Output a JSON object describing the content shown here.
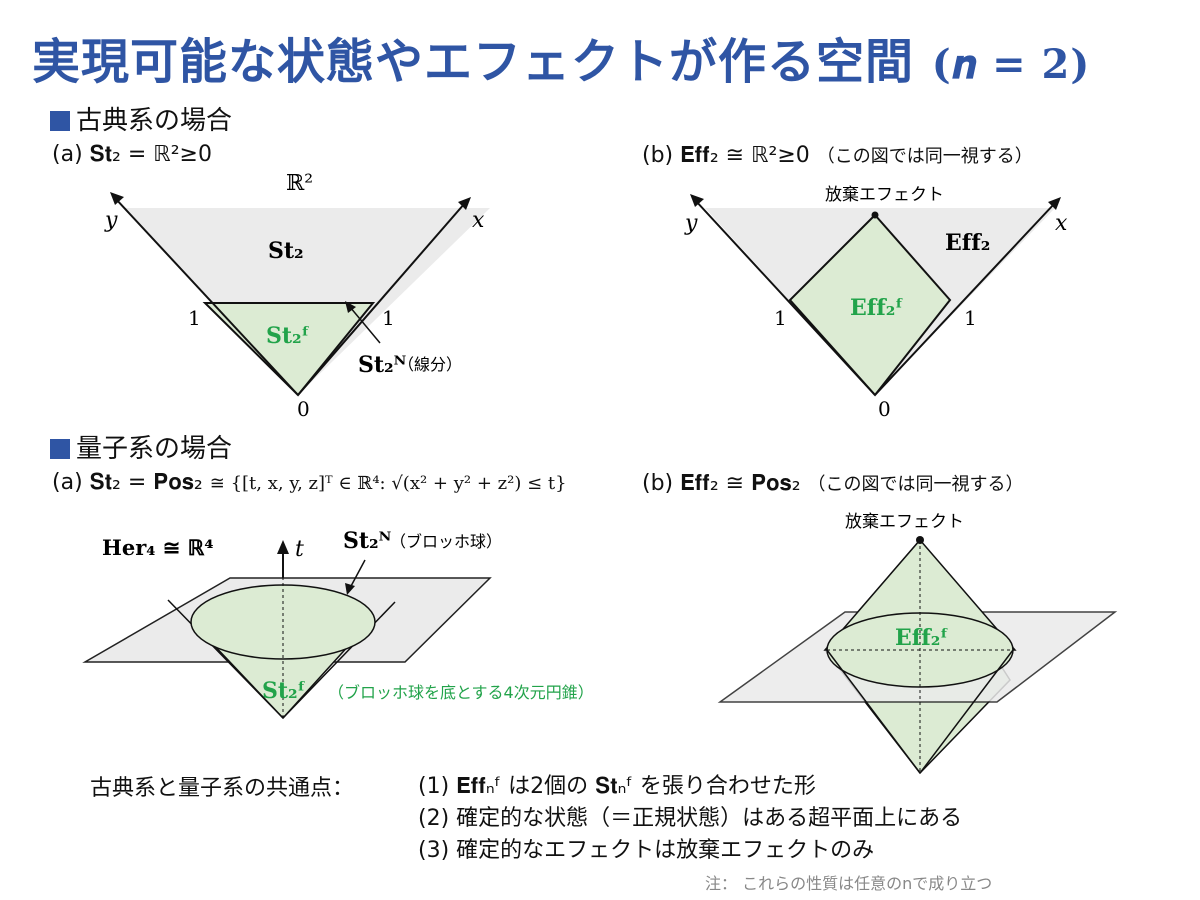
{
  "title": {
    "text": "実現可能な状態やエフェクトが作る空間",
    "math": "(𝒏 = 2)"
  },
  "classical": {
    "heading": "古典系の場合",
    "a_label": "(a) 𝐒𝐭₂ = ℝ²≥0",
    "b_label": "(b) 𝐄𝐟𝐟₂ ≅ ℝ²≥0",
    "b_note": "（この図では同一視する）",
    "r2": "ℝ²",
    "axis_x": "x",
    "axis_y": "y",
    "st2": "𝐒𝐭₂",
    "st2F": "𝐒𝐭₂ᶠ",
    "st2N": "𝐒𝐭₂ᴺ",
    "st2N_note": "（線分）",
    "one": "1",
    "zero": "0",
    "discard": "放棄エフェクト",
    "eff2": "𝐄𝐟𝐟₂",
    "eff2F": "𝐄𝐟𝐟₂ᶠ"
  },
  "quantum": {
    "heading": "量子系の場合",
    "a_label": "(a) 𝐒𝐭₂ = 𝐏𝐨𝐬₂",
    "a_formula": "≅ {[t, x, y, z]ᵀ ∈ ℝ⁴: √(x² + y² + z²) ≤ t}",
    "b_label": "(b) 𝐄𝐟𝐟₂ ≅ 𝐏𝐨𝐬₂",
    "b_note": "（この図では同一視する）",
    "her4": "𝐇𝐞𝐫₄ ≅ ℝ⁴",
    "axis_t": "t",
    "st2N": "𝐒𝐭₂ᴺ",
    "bloch": "（ブロッホ球）",
    "st2F": "𝐒𝐭₂ᶠ",
    "cone_note": "（ブロッホ球を底とする4次元円錐）",
    "discard": "放棄エフェクト",
    "eff2F": "𝐄𝐟𝐟₂ᶠ"
  },
  "common": {
    "heading": "古典系と量子系の共通点：",
    "items": [
      "(1) 𝐄𝐟𝐟ₙᶠ は2個の 𝐒𝐭ₙᶠ を張り合わせた形",
      "(2) 確定的な状態（＝正規状態）はある超平面上にある",
      "(3) 確定的なエフェクトは放棄エフェクトのみ"
    ]
  },
  "footnote": "注： これらの性質は任意のnで成り立つ",
  "colors": {
    "title": "#2f55a4",
    "green": "#22a34a",
    "greenFill": "#dcebd3",
    "grayFill": "#ebebeb"
  }
}
